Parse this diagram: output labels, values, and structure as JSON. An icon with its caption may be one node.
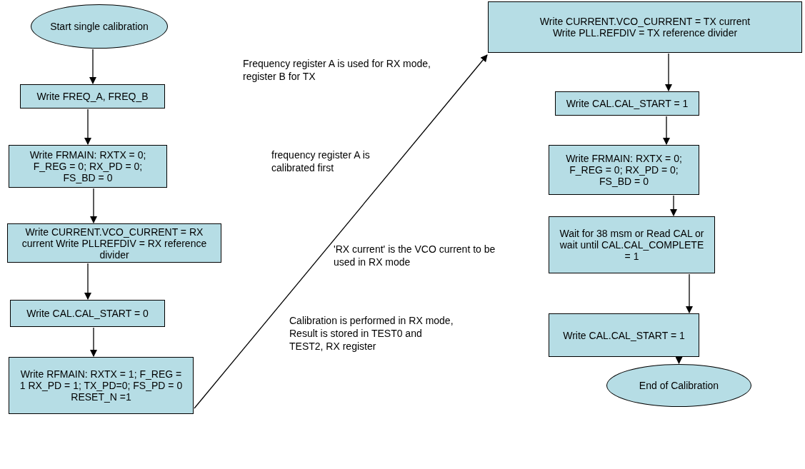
{
  "diagram": {
    "nodes": [
      {
        "text": [
          "Start single calibration"
        ]
      },
      {
        "text": [
          "Write FREQ_A, FREQ_B"
        ]
      },
      {
        "text": [
          "Write FRMAIN: RXTX = 0; F_REG = 0; RX_PD = 0; FS_BD = 0"
        ]
      },
      {
        "text": [
          "Write CURRENT.VCO_CURRENT = RX current Write PLLREFDIV = RX reference divider"
        ]
      },
      {
        "text": [
          "Write CAL.CAL_START = 0"
        ]
      },
      {
        "text": [
          "Write RFMAIN: RXTX = 1; F_REG = 1 RX_PD = 1; TX_PD=0; FS_PD = 0 RESET_N =1"
        ]
      },
      {
        "text": [
          "Write CURRENT.VCO_CURRENT = TX current Write PLL.REFDIV = TX reference divider"
        ]
      },
      {
        "text": [
          "Write CAL.CAL_START = 1"
        ]
      },
      {
        "text": [
          "Write FRMAIN: RXTX = 0; F_REG = 0; RX_PD = 0; FS_BD = 0"
        ]
      },
      {
        "text": [
          "Wait for 38 msm or Read CAL or wait until CAL.CAL_COMPLETE = 1"
        ]
      },
      {
        "text": [
          "Write CAL.CAL_START = 1"
        ]
      },
      {
        "text": [
          "End of Calibration"
        ]
      }
    ],
    "edges": [
      {
        "from": 0,
        "to": 1,
        "arrow": "to"
      },
      {
        "from": 1,
        "to": 2,
        "arrow": "to"
      },
      {
        "from": 2,
        "to": 3,
        "arrow": "to"
      },
      {
        "from": 3,
        "to": 4,
        "arrow": "to"
      },
      {
        "from": 4,
        "to": 5,
        "arrow": "to"
      },
      {
        "from": 5,
        "to": 6,
        "arrow": "to"
      },
      {
        "from": 6,
        "to": 7,
        "arrow": "to"
      },
      {
        "from": 7,
        "to": 8,
        "arrow": "to"
      },
      {
        "from": 8,
        "to": 9,
        "arrow": "to"
      },
      {
        "from": 9,
        "to": 10,
        "arrow": "to"
      },
      {
        "from": 10,
        "to": 11,
        "arrow": "to"
      }
    ],
    "labels": [
      "Frequency register A is used for RX mode, register B for TX",
      "frequency register A is calibrated first",
      "'RX current' is the VCO current to be used in RX mode",
      "Calibration is performed in RX mode, Result is stored in TEST0 and TEST2, RX register"
    ]
  }
}
